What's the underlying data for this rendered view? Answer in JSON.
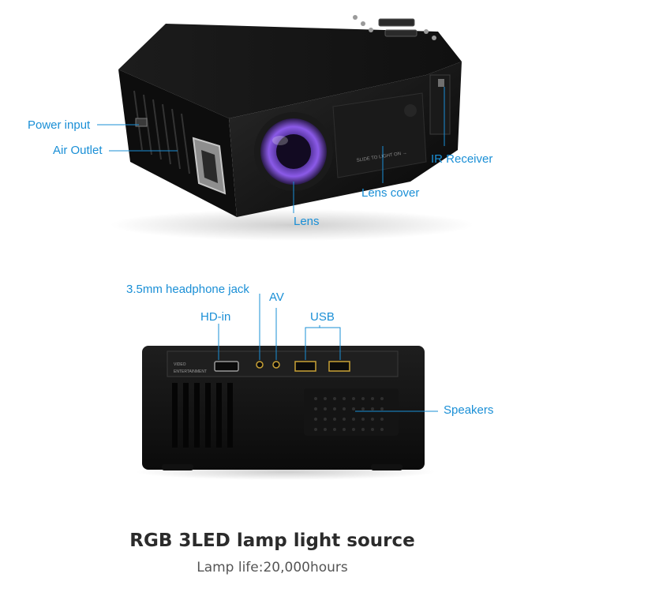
{
  "colors": {
    "accent": "#1a8fd6",
    "device": "#141414",
    "lens_glow": "#7a4be0"
  },
  "top_view": {
    "labels": {
      "power_input": "Power input",
      "air_outlet": "Air Outlet",
      "ir_receiver": "IR Receiver",
      "lens_cover": "Lens cover",
      "lens": "Lens"
    },
    "cover_engraving": "SLIDE TO LIGHT ON →"
  },
  "back_view": {
    "labels": {
      "headphone_jack": "3.5mm headphone jack",
      "av": "AV",
      "hd_in": "HD-in",
      "usb": "USB",
      "speakers": "Speakers"
    },
    "panel_text_line1": "VIDEO",
    "panel_text_line2": "ENTERTAINMENT"
  },
  "heading": "RGB 3LED lamp light source",
  "subheading": "Lamp life:20,000hours"
}
